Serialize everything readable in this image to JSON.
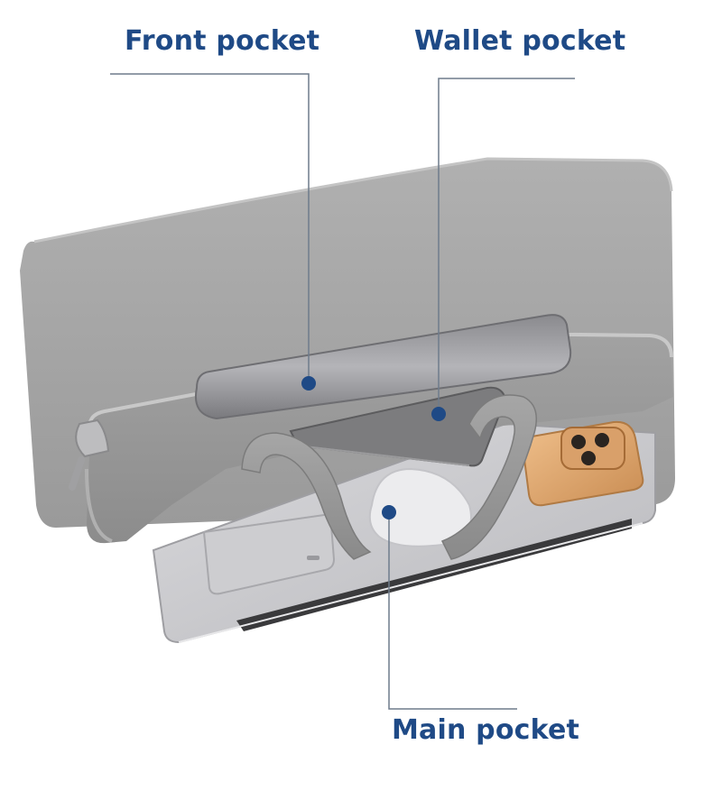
{
  "image": {
    "subject": "laptop-bag",
    "bag_color": "#9c9c9c",
    "accent_color": "#1f4a86"
  },
  "callouts": {
    "front_pocket": "Front pocket",
    "wallet_pocket": "Wallet pocket",
    "main_pocket": "Main pocket"
  }
}
